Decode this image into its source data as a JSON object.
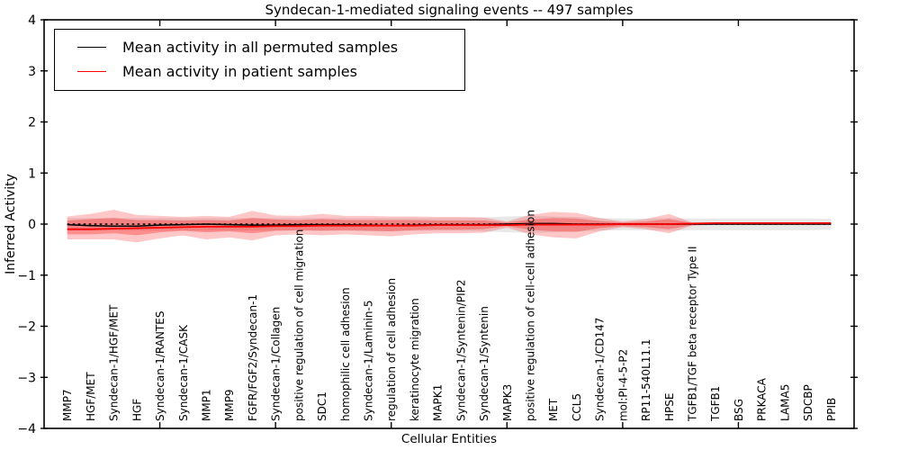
{
  "title": "Syndecan-1-mediated signaling events -- 497 samples",
  "axes": {
    "x_label": "Cellular Entities",
    "y_label": "Inferred Activity",
    "y_tick_labels": [
      "−4",
      "−3",
      "−2",
      "−1",
      "0",
      "1",
      "2",
      "3",
      "4"
    ],
    "y_tick_values": [
      -4,
      -3,
      -2,
      -1,
      0,
      1,
      2,
      3,
      4
    ]
  },
  "legend": {
    "items": [
      {
        "label": "Mean activity in all permuted samples",
        "color": "#000000"
      },
      {
        "label": "Mean activity in patient samples",
        "color": "#ff0000"
      }
    ]
  },
  "colors": {
    "patient_line": "#ff0000",
    "permuted_line": "#000000",
    "zero_line": "#000000",
    "patient_band": "rgba(255,0,0,0.22)",
    "patient_band_inner": "rgba(255,0,0,0.28)",
    "permuted_band": "rgba(0,0,0,0.09)",
    "spine": "#000000",
    "background": "#ffffff"
  },
  "chart_data": {
    "type": "line",
    "title": "Syndecan-1-mediated signaling events -- 497 samples",
    "xlabel": "Cellular Entities",
    "ylabel": "Inferred Activity",
    "ylim": [
      -4,
      4
    ],
    "xlim": [
      0,
      35
    ],
    "x_major_ticks": [
      5,
      10,
      15,
      20,
      25,
      30
    ],
    "grid": false,
    "legend_position": "upper left",
    "categories": [
      "MMP7",
      "HGF/MET",
      "Syndecan-1/HGF/MET",
      "HGF",
      "Syndecan-1/RANTES",
      "Syndecan-1/CASK",
      "MMP1",
      "MMP9",
      "FGFR/FGF2/Syndecan-1",
      "Syndecan-1/Collagen",
      "positive regulation of cell migration",
      "SDC1",
      "homophilic cell adhesion",
      "Syndecan-1/Laminin-5",
      "regulation of cell adhesion",
      "keratinocyte migration",
      "MAPK1",
      "Syndecan-1/Syntenin/PIP2",
      "Syndecan-1/Syntenin",
      "MAPK3",
      "positive regulation of cell-cell adhesion",
      "MET",
      "CCL5",
      "Syndecan-1/CD147",
      "mol:PI-4-5-P2",
      "RP11-540L11.1",
      "HPSE",
      "TGFB1/TGF beta receptor Type II",
      "TGFB1",
      "BSG",
      "PRKACA",
      "LAMA5",
      "SDCBP",
      "PPIB"
    ],
    "x": [
      1,
      2,
      3,
      4,
      5,
      6,
      7,
      8,
      9,
      10,
      11,
      12,
      13,
      14,
      15,
      16,
      17,
      18,
      19,
      20,
      21,
      22,
      23,
      24,
      25,
      26,
      27,
      28,
      29,
      30,
      31,
      32,
      33,
      34
    ],
    "series": [
      {
        "name": "Mean activity in all permuted samples",
        "role": "permuted_mean",
        "color": "#000000",
        "values": [
          -0.01,
          -0.03,
          -0.04,
          -0.04,
          -0.02,
          -0.01,
          0.0,
          -0.01,
          -0.02,
          -0.02,
          -0.01,
          -0.01,
          -0.01,
          -0.02,
          -0.03,
          -0.02,
          -0.01,
          -0.01,
          -0.01,
          0.0,
          0.01,
          0.01,
          0.0,
          0.0,
          0.0,
          0.0,
          0.0,
          0.0,
          0.0,
          0.0,
          0.0,
          0.0,
          0.0,
          0.0
        ]
      },
      {
        "name": "Mean activity in patient samples",
        "role": "patient_mean",
        "color": "#ff0000",
        "values": [
          -0.1,
          -0.1,
          -0.09,
          -0.08,
          -0.07,
          -0.06,
          -0.05,
          -0.05,
          -0.05,
          -0.04,
          -0.04,
          -0.03,
          -0.03,
          -0.03,
          -0.03,
          -0.03,
          -0.02,
          -0.02,
          -0.02,
          -0.02,
          -0.01,
          -0.01,
          -0.01,
          -0.01,
          0.0,
          0.0,
          0.0,
          0.01,
          0.02,
          0.02,
          0.02,
          0.02,
          0.02,
          0.02
        ]
      }
    ],
    "bands": [
      {
        "role": "permuted_band",
        "upper": [
          0.12,
          0.12,
          0.12,
          0.12,
          0.12,
          0.12,
          0.12,
          0.12,
          0.12,
          0.12,
          0.12,
          0.12,
          0.12,
          0.12,
          0.12,
          0.12,
          0.12,
          0.12,
          0.13,
          0.15,
          0.16,
          0.15,
          0.14,
          0.12,
          0.11,
          0.11,
          0.12,
          0.11,
          0.11,
          0.11,
          0.11,
          0.11,
          0.11,
          0.1
        ],
        "lower": [
          -0.13,
          -0.13,
          -0.13,
          -0.13,
          -0.13,
          -0.13,
          -0.13,
          -0.13,
          -0.13,
          -0.13,
          -0.13,
          -0.13,
          -0.13,
          -0.14,
          -0.14,
          -0.13,
          -0.13,
          -0.13,
          -0.14,
          -0.16,
          -0.17,
          -0.16,
          -0.15,
          -0.13,
          -0.12,
          -0.12,
          -0.13,
          -0.12,
          -0.12,
          -0.12,
          -0.12,
          -0.12,
          -0.12,
          -0.11
        ]
      },
      {
        "role": "patient_band_outer",
        "upper": [
          0.15,
          0.2,
          0.28,
          0.18,
          0.16,
          0.14,
          0.16,
          0.14,
          0.26,
          0.17,
          0.16,
          0.2,
          0.16,
          0.16,
          0.15,
          0.15,
          0.14,
          0.14,
          0.13,
          0.05,
          0.18,
          0.24,
          0.22,
          0.12,
          0.05,
          0.1,
          0.2,
          0.03,
          0.02,
          0.02,
          0.02,
          0.02,
          0.02,
          0.02
        ],
        "lower": [
          -0.3,
          -0.3,
          -0.3,
          -0.36,
          -0.28,
          -0.22,
          -0.3,
          -0.26,
          -0.32,
          -0.22,
          -0.2,
          -0.22,
          -0.2,
          -0.22,
          -0.24,
          -0.2,
          -0.18,
          -0.18,
          -0.17,
          -0.07,
          -0.2,
          -0.26,
          -0.28,
          -0.14,
          -0.06,
          -0.1,
          -0.18,
          -0.03,
          -0.01,
          -0.01,
          -0.01,
          -0.01,
          -0.01,
          -0.01
        ]
      },
      {
        "role": "patient_band_inner",
        "upper": [
          0.07,
          0.1,
          0.12,
          0.08,
          0.08,
          0.07,
          0.08,
          0.07,
          0.12,
          0.09,
          0.08,
          0.1,
          0.08,
          0.08,
          0.08,
          0.08,
          0.07,
          0.07,
          0.07,
          0.03,
          0.09,
          0.12,
          0.11,
          0.06,
          0.03,
          0.05,
          0.1,
          0.02,
          0.01,
          0.01,
          0.01,
          0.01,
          0.01,
          0.01
        ],
        "lower": [
          -0.2,
          -0.2,
          -0.18,
          -0.22,
          -0.16,
          -0.13,
          -0.16,
          -0.14,
          -0.18,
          -0.13,
          -0.12,
          -0.13,
          -0.12,
          -0.13,
          -0.14,
          -0.12,
          -0.11,
          -0.11,
          -0.1,
          -0.04,
          -0.11,
          -0.14,
          -0.15,
          -0.08,
          -0.04,
          -0.06,
          -0.1,
          -0.02,
          -0.01,
          -0.01,
          -0.01,
          -0.01,
          -0.01,
          -0.01
        ]
      }
    ],
    "zero_line": {
      "y": 0,
      "style": "dashed",
      "color": "#000000"
    }
  }
}
